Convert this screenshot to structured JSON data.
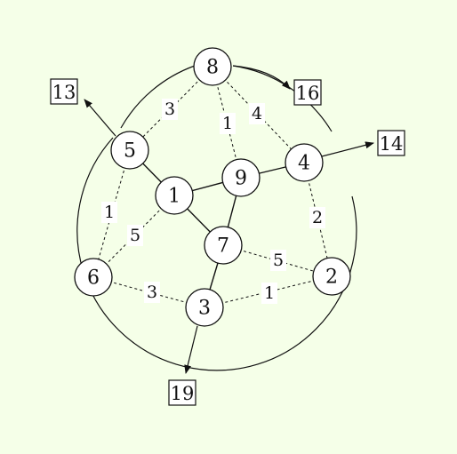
{
  "nodes": [
    {
      "id": "8",
      "label": "8"
    },
    {
      "id": "5",
      "label": "5"
    },
    {
      "id": "1",
      "label": "1"
    },
    {
      "id": "9",
      "label": "9"
    },
    {
      "id": "4",
      "label": "4"
    },
    {
      "id": "7",
      "label": "7"
    },
    {
      "id": "6",
      "label": "6"
    },
    {
      "id": "3",
      "label": "3"
    },
    {
      "id": "2",
      "label": "2"
    }
  ],
  "edges": [
    {
      "from": "5",
      "to": "1",
      "style": "solid",
      "weight": ""
    },
    {
      "from": "1",
      "to": "9",
      "style": "solid",
      "weight": ""
    },
    {
      "from": "1",
      "to": "7",
      "style": "solid",
      "weight": ""
    },
    {
      "from": "9",
      "to": "4",
      "style": "solid",
      "weight": ""
    },
    {
      "from": "9",
      "to": "7",
      "style": "solid",
      "weight": ""
    },
    {
      "from": "7",
      "to": "3",
      "style": "solid",
      "weight": ""
    },
    {
      "from": "8",
      "to": "5",
      "style": "dashed",
      "weight": "3"
    },
    {
      "from": "8",
      "to": "9",
      "style": "dashed",
      "weight": "1"
    },
    {
      "from": "8",
      "to": "4",
      "style": "dashed",
      "weight": "4"
    },
    {
      "from": "5",
      "to": "6",
      "style": "dashed",
      "weight": "1"
    },
    {
      "from": "1",
      "to": "6",
      "style": "dashed",
      "weight": "5"
    },
    {
      "from": "4",
      "to": "2",
      "style": "dashed",
      "weight": "2"
    },
    {
      "from": "7",
      "to": "2",
      "style": "dashed",
      "weight": "5"
    },
    {
      "from": "6",
      "to": "3",
      "style": "dashed",
      "weight": "3"
    },
    {
      "from": "3",
      "to": "2",
      "style": "dashed",
      "weight": "1"
    }
  ],
  "terminals": [
    {
      "id": "t13",
      "label": "13",
      "source": "5"
    },
    {
      "id": "t16",
      "label": "16",
      "source": "8"
    },
    {
      "id": "t14",
      "label": "14",
      "source": "4"
    },
    {
      "id": "t19",
      "label": "19",
      "source": "3"
    }
  ]
}
